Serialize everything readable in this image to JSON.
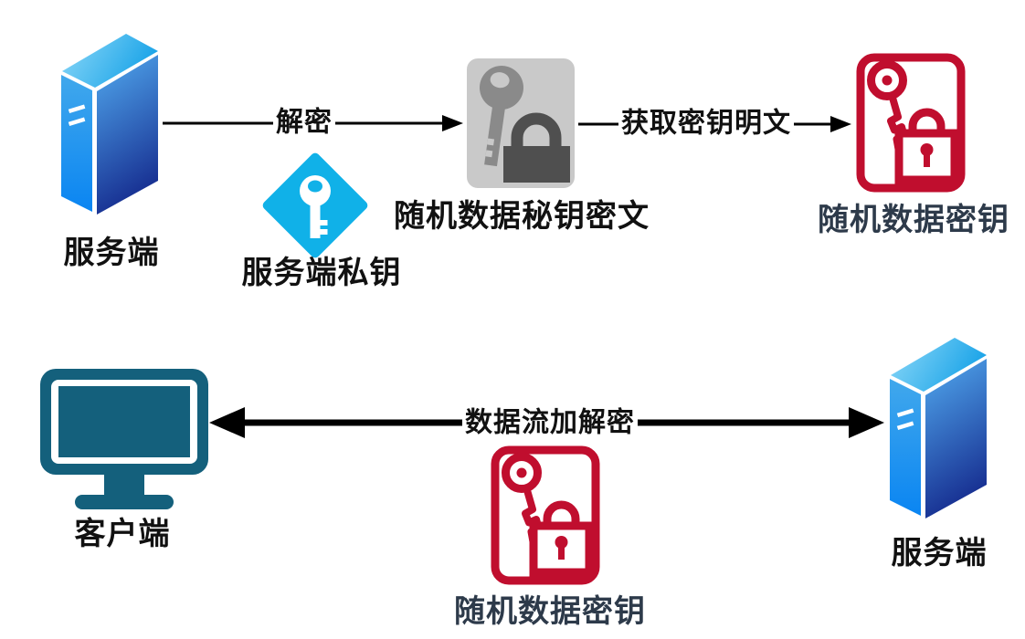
{
  "diagram": {
    "title_hint": "TLS random-data-key decryption flow",
    "background": "#ffffff",
    "colors": {
      "server_top_face": [
        "#8ed9f8",
        "#1ba4e8"
      ],
      "server_left_face": [
        "#41a8ec",
        "#0a85f2"
      ],
      "server_front_face": [
        "#52abf0",
        "#172f91"
      ],
      "monitor_teal": "#14607c",
      "diamond_cyan": "#10b1e8",
      "key_red": "#c00e2e",
      "gray_bg": "#c9c9c9",
      "gray_key": "#8a8a8a",
      "gray_lock": "#4f4f4f",
      "arrow_black": "#000000",
      "label_black": "#111111",
      "label_navy": "#2d3a4a"
    },
    "nodes": [
      {
        "id": "server-top",
        "label": "服务端",
        "icon": "server-icon"
      },
      {
        "id": "server-private-key",
        "label": "服务端私钥",
        "icon": "key-diamond-icon"
      },
      {
        "id": "key-ciphertext",
        "label": "随机数据秘钥密文",
        "icon": "key-lock-gray-icon"
      },
      {
        "id": "random-key-top",
        "label": "随机数据密钥",
        "icon": "key-lock-red-icon"
      },
      {
        "id": "client",
        "label": "客户端",
        "icon": "monitor-icon"
      },
      {
        "id": "random-key-bottom",
        "label": "随机数据密钥",
        "icon": "key-lock-red-icon"
      },
      {
        "id": "server-bottom",
        "label": "服务端",
        "icon": "server-icon"
      }
    ],
    "edges": [
      {
        "from": "server-top",
        "to": "key-ciphertext",
        "label": "解密",
        "style": "thin-arrow-right"
      },
      {
        "from": "key-ciphertext",
        "to": "random-key-top",
        "label": "获取密钥明文",
        "style": "thin-arrow-right"
      },
      {
        "from": "client",
        "to": "server-bottom",
        "label": "数据流加解密",
        "style": "thick-arrow-both"
      }
    ]
  }
}
